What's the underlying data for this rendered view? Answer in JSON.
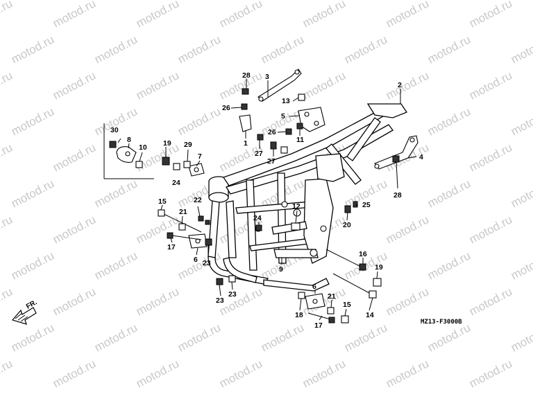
{
  "diagram": {
    "watermark_text": "motod.ru",
    "code_label": "MZ13-F3000B",
    "direction_label": "FR.",
    "part_labels": [
      {
        "id": "l28a",
        "text": "28"
      },
      {
        "id": "l3",
        "text": "3"
      },
      {
        "id": "l2",
        "text": "2"
      },
      {
        "id": "l26a",
        "text": "26"
      },
      {
        "id": "l13",
        "text": "13"
      },
      {
        "id": "l5",
        "text": "5"
      },
      {
        "id": "l1",
        "text": "1"
      },
      {
        "id": "l26b",
        "text": "26"
      },
      {
        "id": "l11",
        "text": "11"
      },
      {
        "id": "l27a",
        "text": "27"
      },
      {
        "id": "l27b",
        "text": "27"
      },
      {
        "id": "l4",
        "text": "4"
      },
      {
        "id": "l28b",
        "text": "28"
      },
      {
        "id": "l30",
        "text": "30"
      },
      {
        "id": "l8",
        "text": "8"
      },
      {
        "id": "l10",
        "text": "10"
      },
      {
        "id": "l19a",
        "text": "19"
      },
      {
        "id": "l29",
        "text": "29"
      },
      {
        "id": "l7",
        "text": "7"
      },
      {
        "id": "l24a",
        "text": "24"
      },
      {
        "id": "l25",
        "text": "25"
      },
      {
        "id": "l12",
        "text": "12"
      },
      {
        "id": "l20",
        "text": "20"
      },
      {
        "id": "l15a",
        "text": "15"
      },
      {
        "id": "l21a",
        "text": "21"
      },
      {
        "id": "l22",
        "text": "22"
      },
      {
        "id": "l24b",
        "text": "24"
      },
      {
        "id": "l17a",
        "text": "17"
      },
      {
        "id": "l6a",
        "text": "6"
      },
      {
        "id": "l23a",
        "text": "23"
      },
      {
        "id": "l16",
        "text": "16"
      },
      {
        "id": "l9",
        "text": "9"
      },
      {
        "id": "l19b",
        "text": "19"
      },
      {
        "id": "l23b",
        "text": "23"
      },
      {
        "id": "l23c",
        "text": "23"
      },
      {
        "id": "l6b",
        "text": "6"
      },
      {
        "id": "l21b",
        "text": "21"
      },
      {
        "id": "l15b",
        "text": "15"
      },
      {
        "id": "l18",
        "text": "18"
      },
      {
        "id": "l14",
        "text": "14"
      },
      {
        "id": "l17b",
        "text": "17"
      }
    ]
  }
}
